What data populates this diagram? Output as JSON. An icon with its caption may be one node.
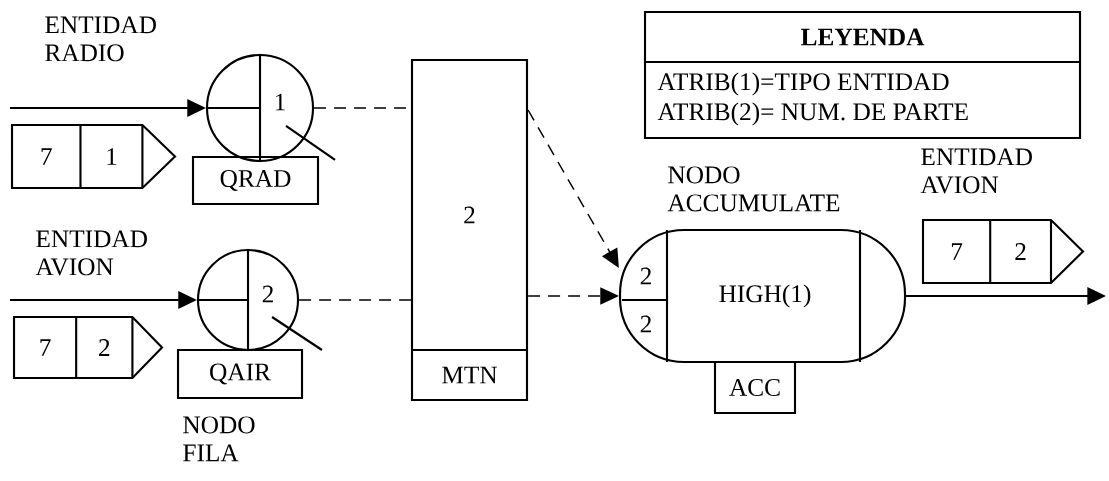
{
  "diagram": {
    "nodes": [
      {
        "text": [
          "1"
        ]
      },
      {
        "text": [
          "QRAD"
        ]
      },
      {
        "text": [
          "2"
        ]
      },
      {
        "text": [
          "QAIR"
        ]
      },
      {
        "text": [
          "2",
          "MTN"
        ]
      },
      {
        "text": [
          "LEYENDA",
          "ATRIB(1)=TIPO ENTIDAD",
          "ATRIB(2)= NUM. DE PARTE"
        ]
      },
      {
        "text": [
          "2",
          "2",
          "HIGH(1)"
        ]
      },
      {
        "text": [
          "ACC"
        ]
      },
      {
        "text": [
          "7",
          "1"
        ]
      },
      {
        "text": [
          "7",
          "2"
        ]
      },
      {
        "text": [
          "7",
          "2"
        ]
      }
    ],
    "edges": [
      {
        "from": null,
        "to": 0,
        "arrow": "to"
      },
      {
        "from": null,
        "to": 2,
        "arrow": "to"
      },
      {
        "from": 0,
        "to": 4,
        "arrow": "none",
        "style": "dashed"
      },
      {
        "from": 2,
        "to": 4,
        "arrow": "none",
        "style": "dashed"
      },
      {
        "from": 4,
        "to": 6,
        "arrow": "to",
        "style": "dashed"
      },
      {
        "from": 4,
        "to": 6,
        "arrow": "to",
        "style": "dashed"
      },
      {
        "from": 6,
        "to": null,
        "arrow": "to"
      }
    ],
    "labels": [
      "ENTIDAD RADIO",
      "ENTIDAD AVION",
      "NODO FILA",
      "NODO ACCUMULATE",
      "ENTIDAD AVION"
    ]
  }
}
